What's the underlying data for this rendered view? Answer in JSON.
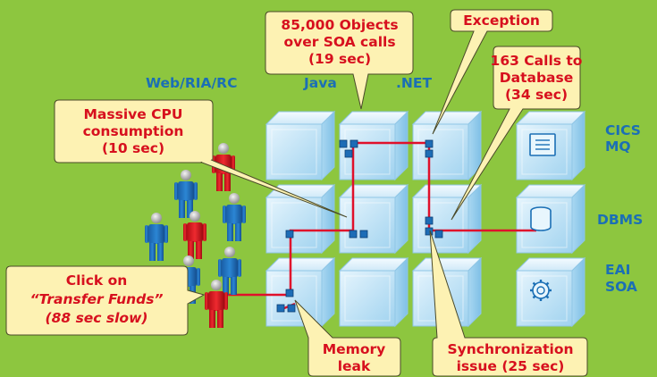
{
  "columns": {
    "web": "Web/RIA/RC",
    "java": "Java",
    "net": ".NET"
  },
  "rows": {
    "cics": [
      "CICS",
      "MQ"
    ],
    "dbms": [
      "DBMS"
    ],
    "eai": [
      "EAI",
      "SOA"
    ]
  },
  "callouts": {
    "objects": [
      "85,000 Objects",
      "over SOA calls",
      "(19 sec)"
    ],
    "exception": [
      "Exception"
    ],
    "calls": [
      "163 Calls to",
      "Database",
      "(34 sec)"
    ],
    "cpu": [
      "Massive CPU",
      "consumption",
      "(10 sec)"
    ],
    "click": [
      "Click on",
      "“Transfer Funds”",
      "(88 sec slow)"
    ],
    "memory": [
      "Memory",
      "leak"
    ],
    "sync": [
      "Synchronization",
      "issue (25 sec)"
    ]
  },
  "colors": {
    "background": "#8dc63f",
    "callout_fill": "#fdf2b3",
    "callout_text": "#d7101e",
    "path": "#e0102b",
    "label_blue": "#1b6fb5",
    "cube": "#c7e6f7",
    "user_blue": "#1d6cb6",
    "user_red": "#d4121c"
  },
  "icons": {
    "cics": "document-list-icon",
    "dbms": "database-cylinder-icon",
    "eai": "gear-icon"
  }
}
